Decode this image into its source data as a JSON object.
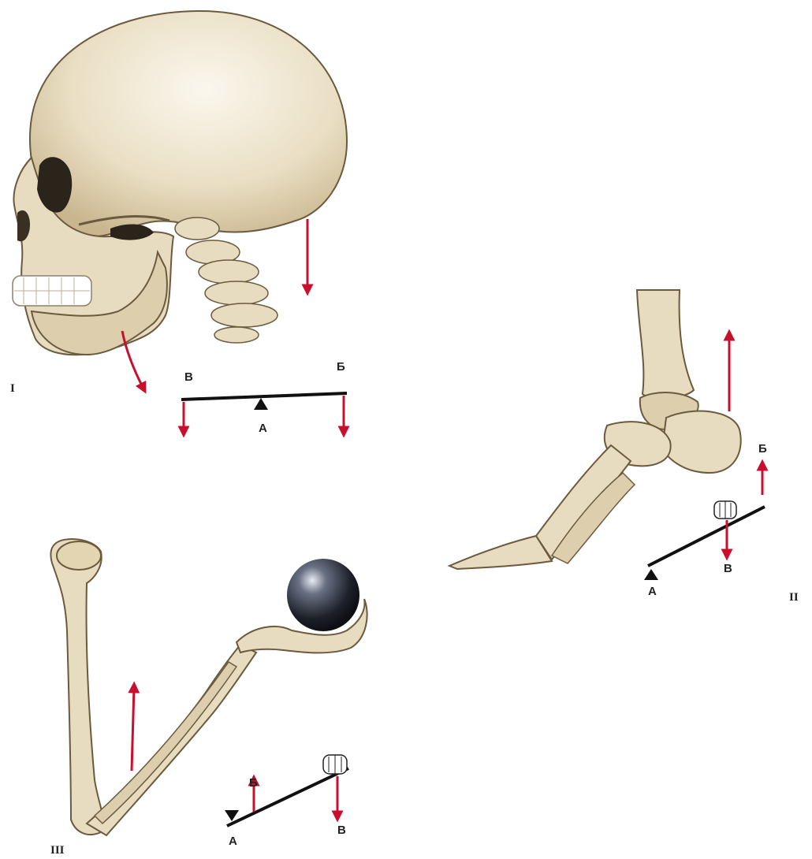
{
  "figures": [
    {
      "numeral": "I",
      "subject": "skull",
      "labels": {
        "top_left": "В",
        "top_right": "Б",
        "fulcrum": "А"
      }
    },
    {
      "numeral": "II",
      "subject": "foot",
      "labels": {
        "effort": "Б",
        "load": "В",
        "fulcrum": "А"
      }
    },
    {
      "numeral": "III",
      "subject": "arm with ball",
      "labels": {
        "effort": "Б",
        "load": "В",
        "fulcrum": "А"
      }
    }
  ],
  "colors": {
    "bone": "#e8dcc0",
    "bone_shade": "#c9b590",
    "bone_outline": "#6b5a3e",
    "arrow": "#c8102e",
    "lever": "#111111",
    "ball": "#2a2e3a"
  }
}
